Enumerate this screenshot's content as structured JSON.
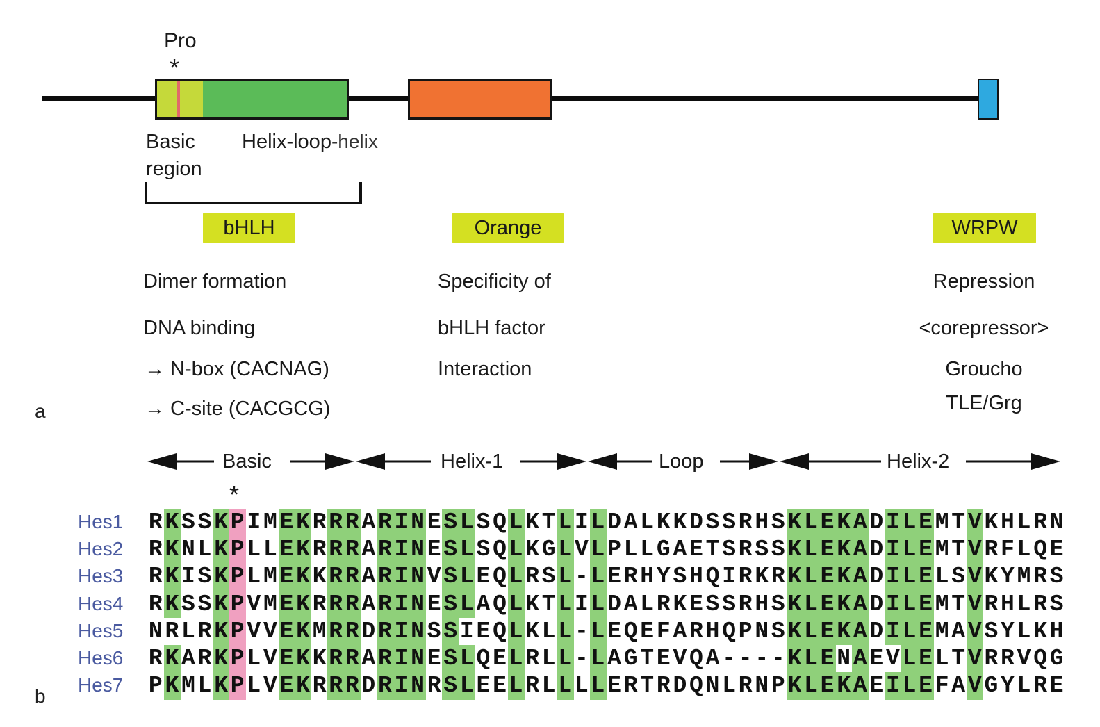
{
  "panel_a": {
    "label": "a",
    "pro_label": "Pro",
    "pro_marker": "*",
    "basic_region_label": "Basic\nregion",
    "basic_region_line1": "Basic",
    "basic_region_line2": "region",
    "hlh_label_main": "Helix-loop",
    "hlh_label_suffix": "-helix",
    "colors": {
      "basic": "#c5d93a",
      "proline": "#e06a6a",
      "hlh": "#5bbb58",
      "orange": "#f07232",
      "wrpw": "#2ea9e0",
      "label_box": "#d4e022"
    },
    "domains": [
      {
        "name": "bHLH",
        "functions": [
          "Dimer formation",
          "DNA binding",
          "→ N-box (CACNAG)",
          "→ C-site (CACGCG)"
        ]
      },
      {
        "name": "Orange",
        "functions": [
          "Specificity of",
          "bHLH factor",
          "Interaction"
        ]
      },
      {
        "name": "WRPW",
        "functions": [
          "Repression",
          "<corepressor>",
          "Groucho",
          "TLE/Grg"
        ]
      }
    ]
  },
  "panel_b": {
    "label": "b",
    "proline_marker": "*",
    "regions": [
      "Basic",
      "Helix-1",
      "Loop",
      "Helix-2"
    ],
    "colors": {
      "conserved": "#8fd07a",
      "proline": "#f0a0c0"
    },
    "sequences": [
      {
        "name": "Hes1",
        "seq": "RKSSKPIMEKRRRARINESLSQLKTLILDALKKDSSRHSKLEKADILEMTVKHLRN"
      },
      {
        "name": "Hes2",
        "seq": "RKNLKPLLEKRRRARINESLSQLKGLVLPLLGAETSRSSKLEKADILEMTVRFLQE"
      },
      {
        "name": "Hes3",
        "seq": "RKISKPLMEKKRRARINVSLEQLRSL-LERHYSHQIRKRKLEKADILELSVKYMRS"
      },
      {
        "name": "Hes4",
        "seq": "RKSSKPVMEKRRRARINESLAQLKTLILDALRKESSRHSKLEKADILEMTVRHLRS"
      },
      {
        "name": "Hes5",
        "seq": "NRLRKPVVEKMRRDRINSSIEQLKLL-LEQEFARHQPNSKLEKADILEMAVSYLKH"
      },
      {
        "name": "Hes6",
        "seq": "RKARKPLVEKKRRARINESLQELRLL-LAGTEVQA----KLENAEVLELTVRRVQG"
      },
      {
        "name": "Hes7",
        "seq": "PKMLKPLVEKRRRDRINRSLEELRLLLLERTRDQNLRNPKLEKAEILEFAVGYLRE"
      }
    ],
    "proline_column": 6,
    "conserved_columns": [
      2,
      5,
      9,
      10,
      12,
      13,
      15,
      16,
      17,
      19,
      20,
      23,
      26,
      28,
      40,
      41,
      42,
      43,
      44,
      46,
      47,
      48,
      51
    ],
    "highlight_exceptions": [
      {
        "row": "Hes5",
        "column": 2
      },
      {
        "row": "Hes5",
        "column": 20
      },
      {
        "row": "Hes6",
        "column": 43
      },
      {
        "row": "Hes6",
        "column": 46
      }
    ]
  }
}
